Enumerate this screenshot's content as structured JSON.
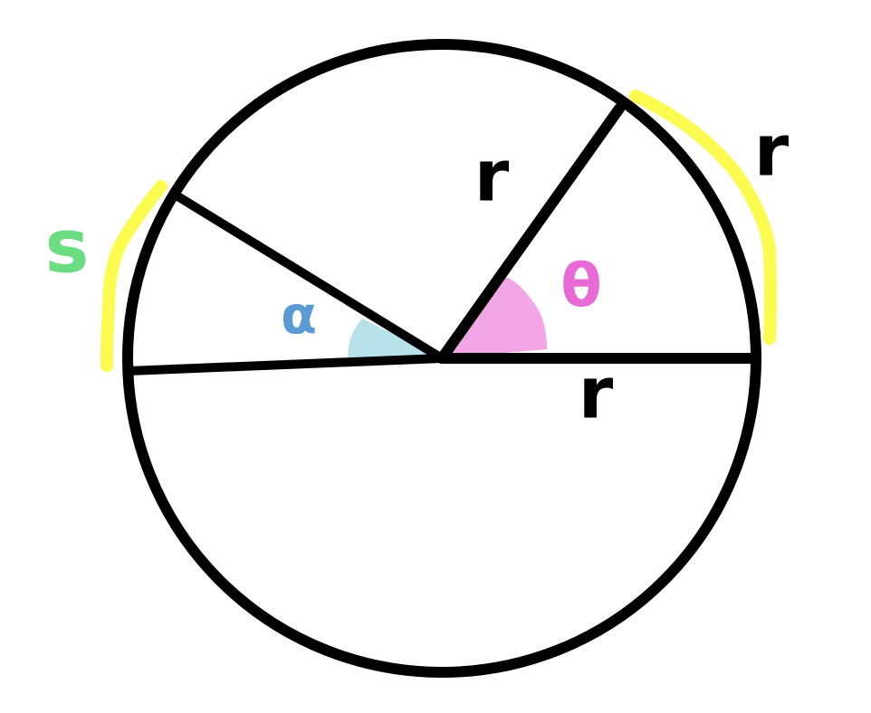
{
  "labels": {
    "radius_top": "r",
    "radius_bottom": "r",
    "arc_right": "r",
    "arc_left": "s",
    "angle_theta": "θ",
    "angle_alpha": "α"
  },
  "colors": {
    "stroke": "#000000",
    "arc_highlight": "#fbfb50",
    "theta_fill": "#f2a6e6",
    "alpha_fill": "#b7e2ea",
    "theta_text": "#e76ad6",
    "alpha_text": "#5b9bd5",
    "s_text": "#6cdc82",
    "background": "#ffffff"
  }
}
